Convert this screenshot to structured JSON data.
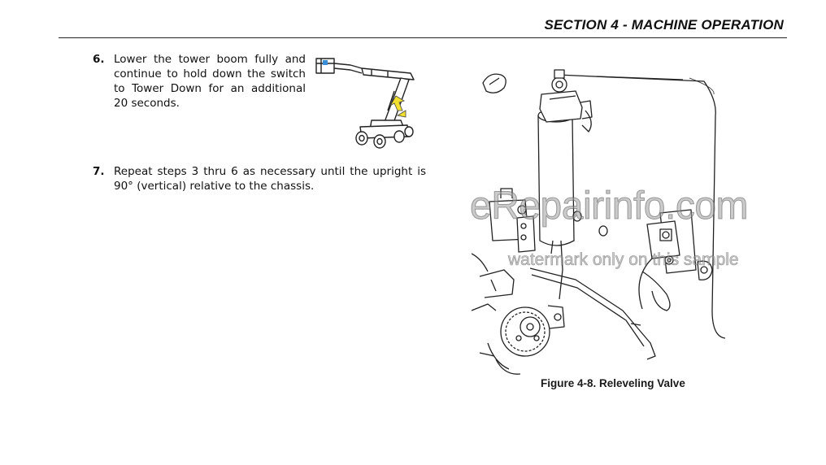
{
  "header": {
    "title": "SECTION 4 - MACHINE OPERATION"
  },
  "steps": [
    {
      "number": "6.",
      "text": "Lower the tower boom fully and continue to hold down the switch to Tower Down for an additional 20 seconds."
    },
    {
      "number": "7.",
      "text": "Repeat steps 3 thru 6 as necessary until the upright is 90° (vertical) relative to the chassis."
    }
  ],
  "figure": {
    "caption": "Figure 4-8. Releveling Valve"
  },
  "watermark": {
    "main": "eRepairinfo.com",
    "sub": "watermark only on this sample"
  },
  "colors": {
    "highlight_yellow": "#f2e030",
    "highlight_blue": "#3a8fd8"
  }
}
